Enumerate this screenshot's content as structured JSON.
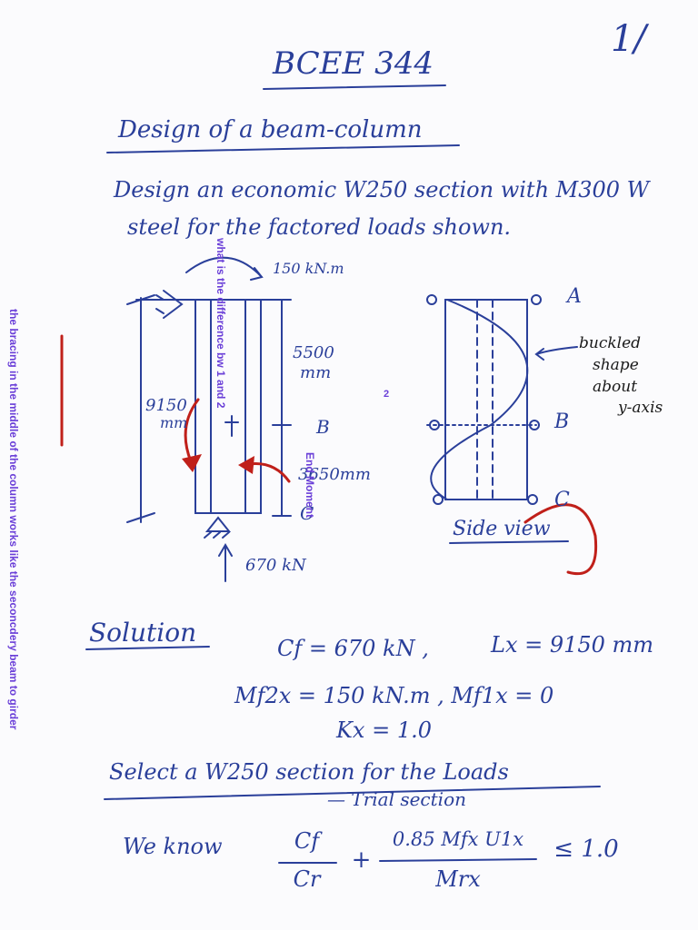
{
  "page_number": "1/",
  "course": "BCEE 344",
  "title": "Design of a beam-column",
  "problem_line1": "Design an economic W250 section with M300 W",
  "problem_line2": "steel for the factored loads shown.",
  "figure": {
    "moment_label": "150 kN.m",
    "upper_span": "5500",
    "upper_span_unit": "mm",
    "total_span": "9150",
    "total_span_unit": "mm",
    "point_b": "B",
    "lower_span": "3650mm",
    "point_c": "C",
    "axial_load": "670 kN",
    "side_point_a": "A",
    "side_point_b": "B",
    "side_point_c": "C",
    "buckled_note_1": "buckled",
    "buckled_note_2": "shape",
    "buckled_note_3": "about",
    "buckled_note_4": "y-axis",
    "side_view_label": "Side view"
  },
  "annotations": {
    "left_vertical": "the bracing in the middle of the column works like the seconcdery beam to girder",
    "center_vertical": "what is the difference bw 1 and 2",
    "end_moment": "End Moment",
    "small_number": "2"
  },
  "solution": {
    "heading": "Solution",
    "line1_left": "Cf = 670 kN ,",
    "line1_right": "Lx = 9150 mm",
    "line2": "Mf2x = 150 kN.m , Mf1x = 0",
    "line3": "Kx = 1.0"
  },
  "select_heading": "Select a W250 section for the Loads",
  "trial_section": "— Trial section",
  "we_know": "We know",
  "formula": {
    "num1": "Cf",
    "den1": "Cr",
    "plus": "+",
    "num2": "0.85 Mfx U1x",
    "den2": "Mrx",
    "rhs": "≤ 1.0"
  }
}
